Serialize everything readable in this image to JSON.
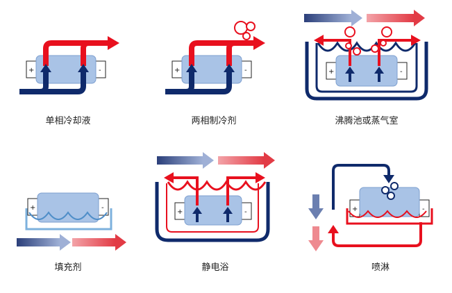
{
  "colors": {
    "hot": "#e8101e",
    "hot_light": "#ee8a90",
    "cold": "#0f2a6b",
    "cold_light": "#6b7fb0",
    "chip": "#a9c3e6",
    "chip_edge": "#7d9fcf",
    "pin_fill": "#ffffff",
    "fluid": "#7db1dd"
  },
  "polarity": {
    "plus": "+",
    "minus": "-"
  },
  "panels": [
    {
      "label": "单相冷却液",
      "icon": "single-phase-coolant"
    },
    {
      "label": "两相制冷剂",
      "icon": "two-phase-refrigerant"
    },
    {
      "label": "沸腾池或蒸气室",
      "icon": "boiling-pool-vapor-chamber"
    },
    {
      "label": "填充剂",
      "icon": "filler"
    },
    {
      "label": "静电浴",
      "icon": "electrostatic-bath"
    },
    {
      "label": "喷淋",
      "icon": "spray"
    }
  ]
}
